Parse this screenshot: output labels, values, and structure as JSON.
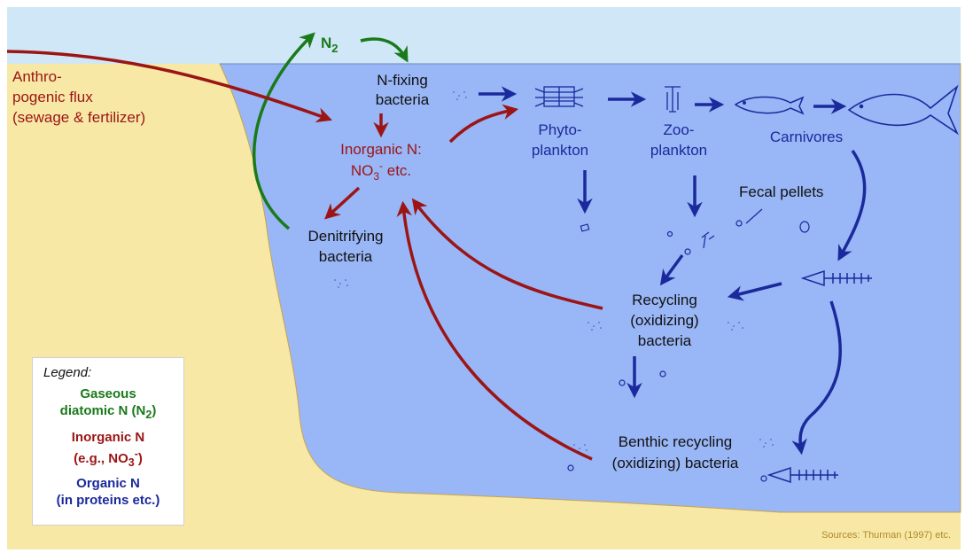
{
  "labels": {
    "n2_main": "N",
    "n2_sub": "2",
    "anthro_line1": "Anthro-",
    "anthro_line2": "pogenic flux",
    "anthro_line3": "(sewage & fertilizer)",
    "nfix_line1": "N-fixing",
    "nfix_line2": "bacteria",
    "inorg_line1": "Inorganic N:",
    "inorg_no": "NO",
    "inorg_sub": "3",
    "inorg_sup": "-",
    "inorg_etc": " etc.",
    "denit_line1": "Denitrifying",
    "denit_line2": "bacteria",
    "phyto_line1": "Phyto-",
    "phyto_line2": "plankton",
    "zoo_line1": "Zoo-",
    "zoo_line2": "plankton",
    "carnivores": "Carnivores",
    "fecal": "Fecal pellets",
    "recycling_line1": "Recycling",
    "recycling_line2": "(oxidizing)",
    "recycling_line3": "bacteria",
    "benthic_line1": "Benthic recycling",
    "benthic_line2": "(oxidizing) bacteria"
  },
  "legend": {
    "title": "Legend:",
    "gaseous_line1": "Gaseous",
    "gaseous_line2": "diatomic N (N",
    "gaseous_sub": "2",
    "gaseous_close": ")",
    "inorganic_line1": "Inorganic N",
    "inorganic_line2": "(e.g., NO",
    "inorganic_sub": "3",
    "inorganic_sup": "-",
    "inorganic_close": ")",
    "organic_line1": "Organic N",
    "organic_line2": "(in proteins etc.)"
  },
  "source": "Sources: Thurman (1997) etc.",
  "colors": {
    "sky": "#cfe7f6",
    "water": "#99b6f6",
    "sand": "#f8e8a6",
    "green": "#1a7a1a",
    "red": "#9b1515",
    "blue": "#1a2a9c"
  }
}
